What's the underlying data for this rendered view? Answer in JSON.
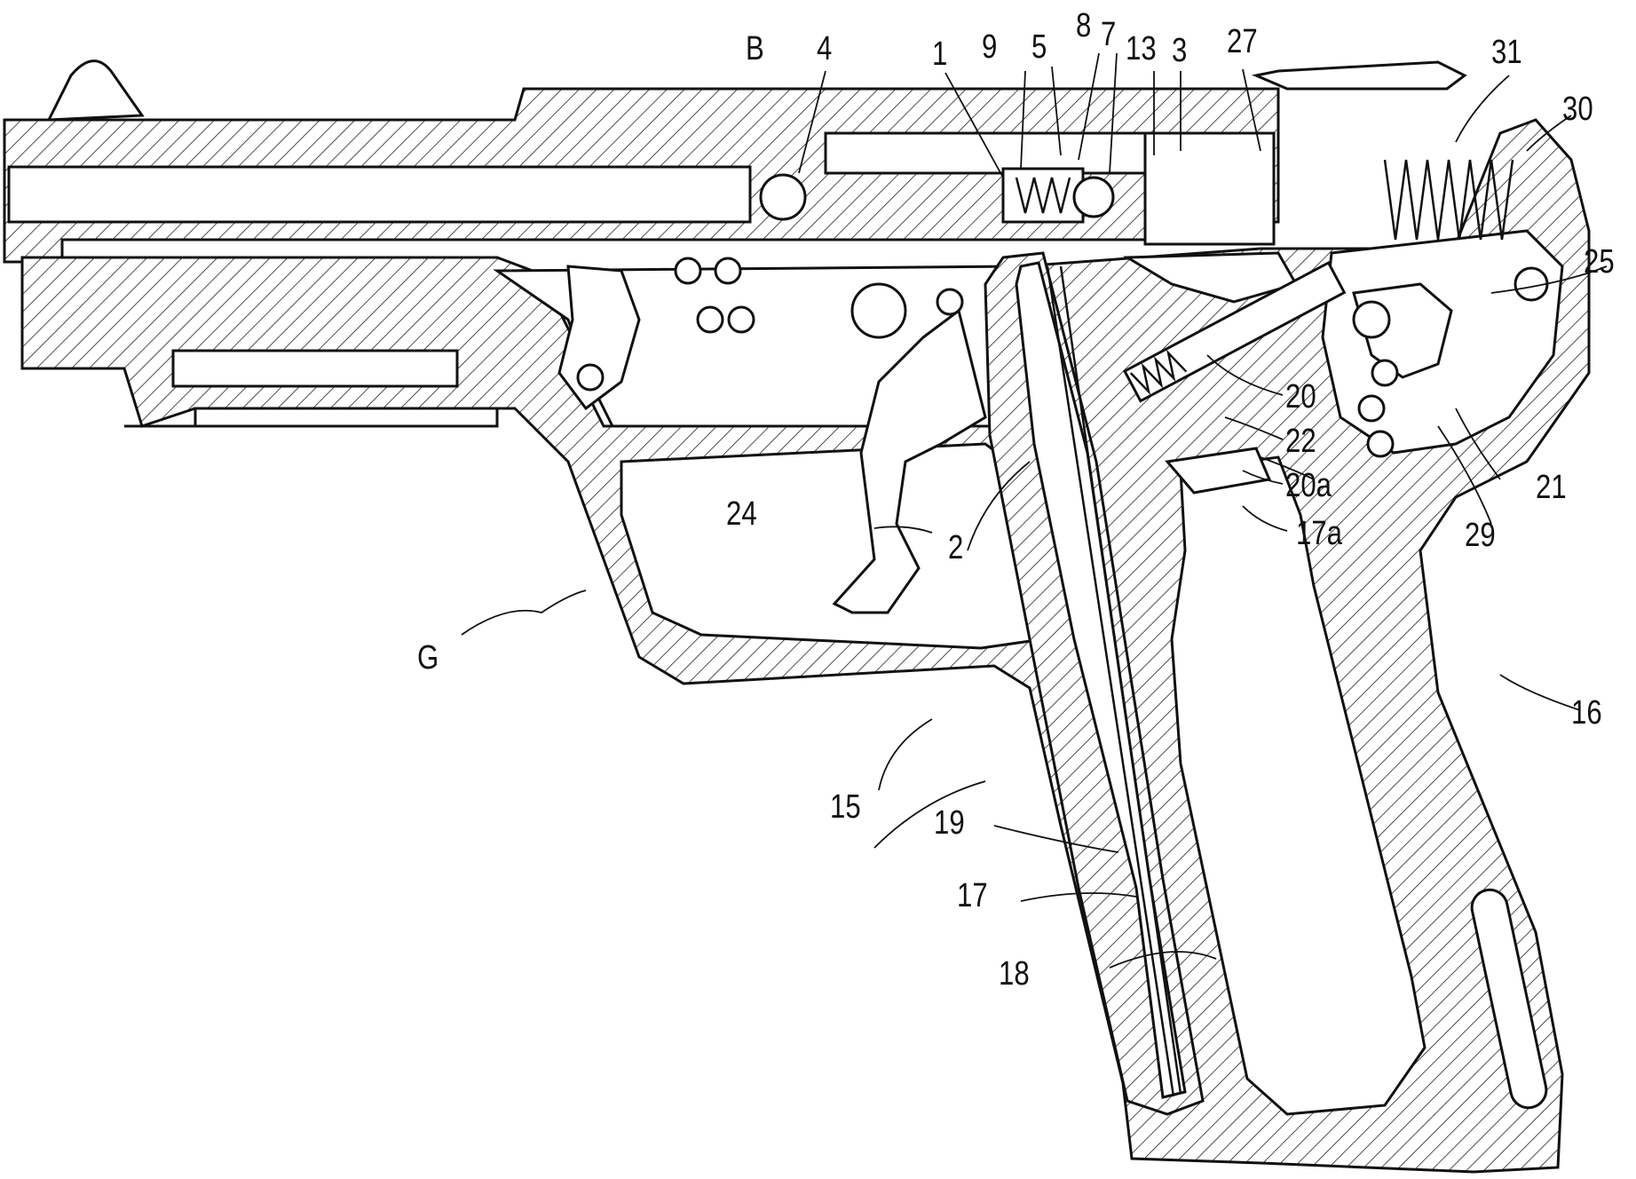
{
  "labels": {
    "B": "B",
    "n4": "4",
    "n1": "1",
    "n9": "9",
    "n5": "5",
    "n8": "8",
    "n7": "7",
    "n13": "13",
    "n3": "3",
    "n27": "27",
    "n31": "31",
    "n30": "30",
    "n25": "25",
    "n20": "20",
    "n22": "22",
    "n20a": "20a",
    "n17a": "17a",
    "n21": "21",
    "n29": "29",
    "n24": "24",
    "n2": "2",
    "G": "G",
    "n16": "16",
    "n15": "15",
    "n19": "19",
    "n17": "17",
    "n18": "18"
  }
}
